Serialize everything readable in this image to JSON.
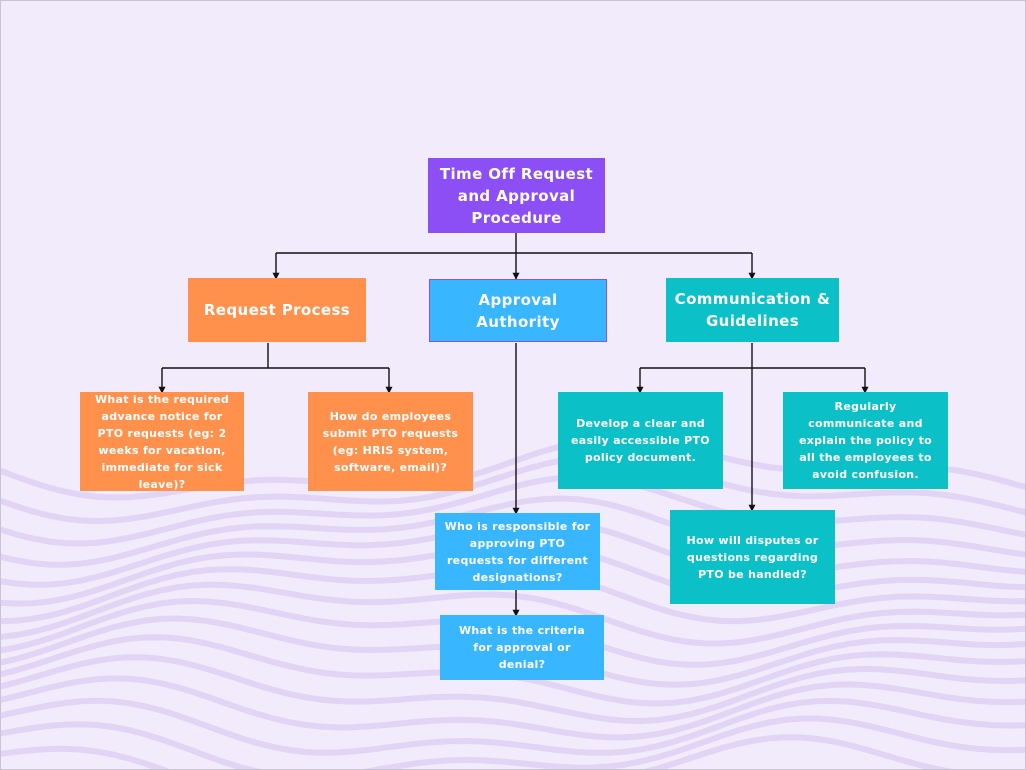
{
  "colors": {
    "background": "#f1ebfb",
    "root": "#8c4ff6",
    "request": "#ff914d",
    "approval": "#38b6ff",
    "communication": "#0cc0c7",
    "connector": "#111111",
    "wave": "#e2d4f5"
  },
  "root": {
    "label": "Time Off Request and Approval Procedure"
  },
  "branches": {
    "request": {
      "label": "Request Process",
      "children": [
        "What is the required advance notice for PTO requests (eg: 2 weeks for vacation, immediate for sick leave)?",
        "How do employees submit PTO requests (eg: HRIS system, software, email)?"
      ]
    },
    "approval": {
      "label": "Approval Authority",
      "children": [
        "Who is responsible for approving PTO requests for different designations?",
        "What is the criteria for approval or denial?"
      ]
    },
    "communication": {
      "label": "Communication & Guidelines",
      "children": [
        "Develop a clear and easily accessible PTO policy document.",
        "Regularly communicate and explain the policy to all the employees to avoid confusion.",
        "How will disputes or questions regarding PTO be handled?"
      ]
    }
  }
}
